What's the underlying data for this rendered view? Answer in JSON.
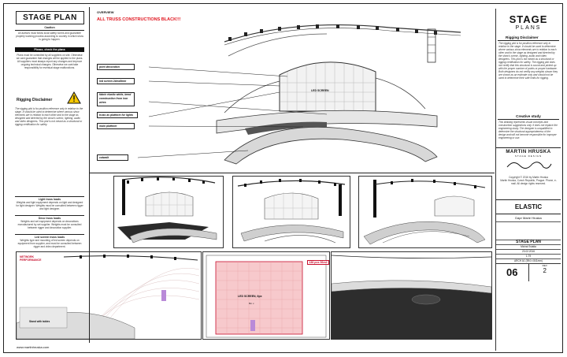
{
  "sheet": {
    "title": "STAGE PLAN",
    "overview_label": "OVERVIEW",
    "warning_text": "ALL TRUSS CONSTRUCTIONS BLACK!!!",
    "website": "www.martinhruska.com"
  },
  "left_notes": {
    "caution_title": "Caution",
    "caution_text": "All authors must follow local safety norms and guarantee properly working process according to country in which show is going to happen.",
    "check_title": "Please, check the plans",
    "check_text": "Plans must be controlled by all suppliers on site. Otherwise we cant guarantee that changes will be applied to the plans. All suppliers must always report any changes and improve ongoing technical changes. Otherwise we cant take responsibility for eventual stage malfunctions.",
    "rigging_title": "Rigging Disclaimer",
    "rigging_text": "The rigging plot is for position reference only in relation to the stage. It should be used to determine where various show elements are in relation to each other and to the stage as designed and directed by the show's scenic, lighting, audio and video designers. This plot is not meant as a structural or rigging certification for safety.",
    "light_truss_title": "Light truss loads",
    "light_truss_text": "Weights and light equipment depends on light and designed for light designer. Weights must be consulted between rigger and light designer.",
    "deco_truss_title": "Deco truss loads",
    "deco_truss_text": "Weights and set equipment depends on decorations manufactured by set supplier. Weights must be consulted between rigger and decoration supplier.",
    "led_truss_title": "Led screen truss loads",
    "led_truss_text": "Weights type and mounting of led screen depends on equipment from supplier, and must be consulted between rigger and video department."
  },
  "callouts": {
    "print_decoration": "print decoration",
    "led_screen_size": "led screen 24mx8mm",
    "fabric": "fabric elastic white, bend construction from iron wires",
    "truss_platform": "truss as platform for lights",
    "main_platform": "main platform",
    "catwalk": "catwalk",
    "led_screen_label": "LED SCREEN"
  },
  "bottom_labels": {
    "network_performance": "NETWORK PERFORMANCE",
    "stand_with_tables": "Stand with tables",
    "led_screen_6px": "LED SCREEN, 6px",
    "stage_138": "138 pcs 56m2",
    "scale_note": "8m x"
  },
  "right_panel": {
    "logo_top": "STAGE",
    "logo_bottom": "PLANS",
    "rigging_title": "Rigging Disclaimer",
    "rigging_text": "The rigging plot is for position reference only in relation to the stage. It should be used to determine where various show elements are in relation to each other and to the stage as designed and directed by the show's scenic, lighting, audio and video designers. This plot is not meant as a structural or rigging certification for safety. The rigging plot does not certify that this structural is sound and picked up with the proper number of points or proper hardware. Both designers do not certify any weights shown they are shown as an estimate only and should not be used to determine their safe limits for rigging.",
    "creative_title": "Creative study",
    "creative_text": "This drawing represents visual concepts and construction suggestions only. It does not replace the engineering study. The designer is unqualified to determine the structural appropriateness of the design and will not become responsible for improper engineering or use.",
    "brand_name": "MARTIN HRUSKA",
    "brand_sub": "STAGE DESIGN",
    "copyright": "Copyright © 2016 by Martin Hruska",
    "address_block": "Martin Hruska, Czech Republic, Prague. Phone, e-mail. All design rights reserved.",
    "project_name": "ELASTIC",
    "client_label": "Dapr Marie Hruska",
    "sheet_title": "STAGE PLAN",
    "drawn_by": "Michal Sviatla",
    "date": "23.02.2016",
    "scale": "1:79",
    "paper": "ARCH A1 (594 x 841mm)",
    "sheet_no": "06",
    "rev_label": "REV",
    "rev_no": "2"
  }
}
